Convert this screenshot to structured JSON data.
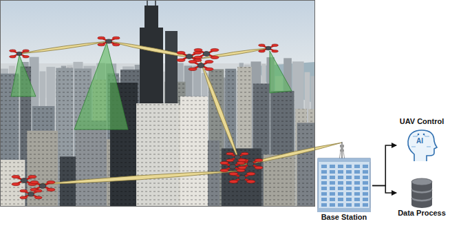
{
  "diagram": {
    "nodes": [
      {
        "text": [
          "Base Station"
        ]
      },
      {
        "text": [
          "UAV Control"
        ]
      },
      {
        "text": [
          "Data Process"
        ]
      }
    ],
    "edges": [
      {
        "from": 0,
        "to": 1,
        "arrow": "to"
      },
      {
        "from": 0,
        "to": 2,
        "arrow": "to"
      }
    ],
    "labels": [
      "AI"
    ]
  }
}
